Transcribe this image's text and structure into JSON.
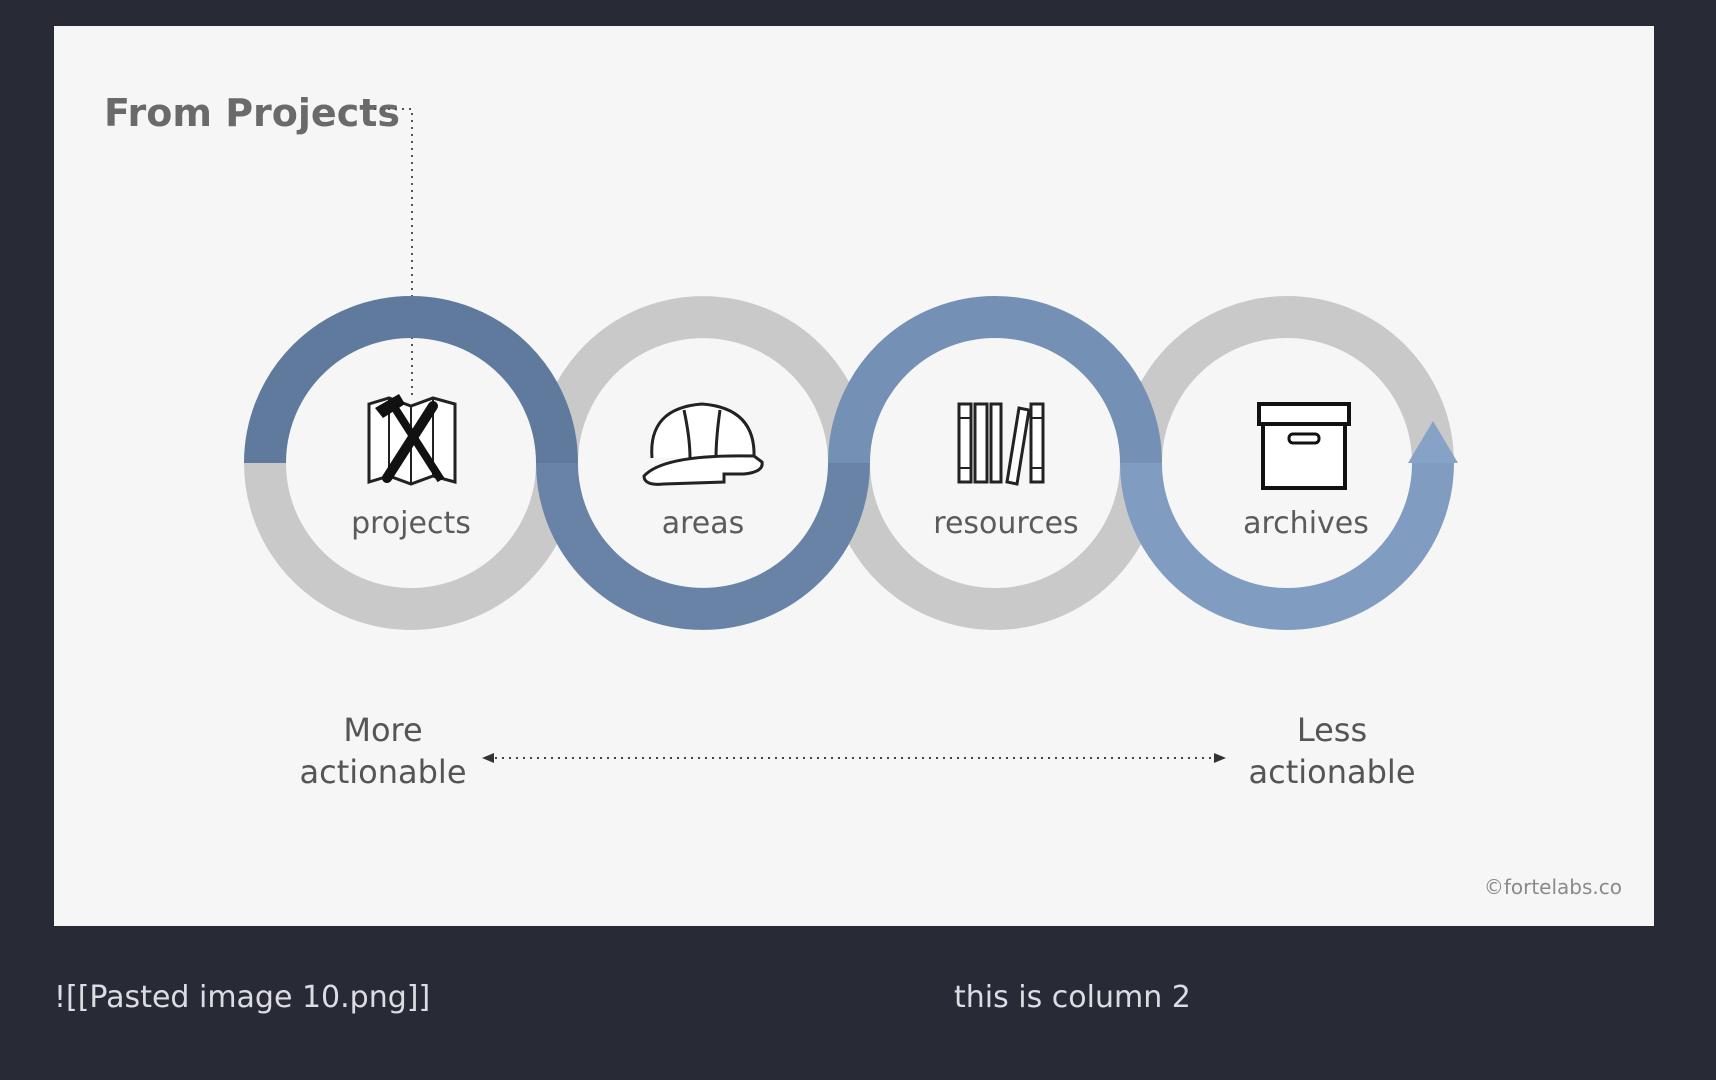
{
  "diagram": {
    "heading": "From Projects",
    "stages": [
      {
        "label": "projects",
        "icon": "hammer-pencil-map-icon"
      },
      {
        "label": "areas",
        "icon": "hard-hat-icon"
      },
      {
        "label": "resources",
        "icon": "books-icon"
      },
      {
        "label": "archives",
        "icon": "archive-box-icon"
      }
    ],
    "more_line1": "More",
    "more_line2": "actionable",
    "less_line1": "Less",
    "less_line2": "actionable",
    "credit": "©fortelabs.co",
    "colors": {
      "blue_dark": "#5f7a9c",
      "blue_light": "#7f9cc0",
      "grey": "#c7c7c7",
      "text": "#5b5b5b"
    }
  },
  "columns": {
    "col1_text": "![[Pasted image 10.png]]",
    "col2_text": "this is column 2"
  }
}
